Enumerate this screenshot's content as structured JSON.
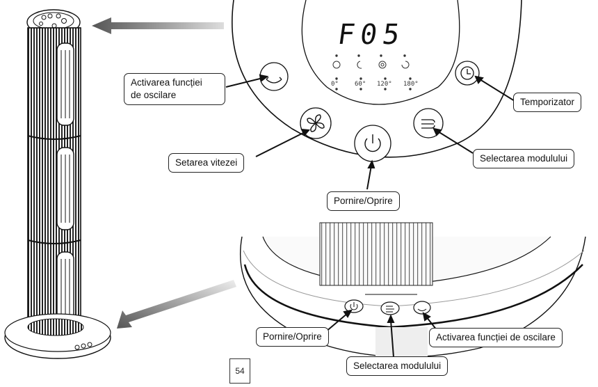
{
  "display": {
    "code": "F05"
  },
  "angles": [
    "0°",
    "60°",
    "120°",
    "180°"
  ],
  "labels": {
    "oscillation": "Activarea funcției de oscilare",
    "oscillation_line1": "Activarea funcției",
    "oscillation_line2": "de oscilare",
    "timer": "Temporizator",
    "speed": "Setarea vitezei",
    "mode": "Selectarea modulului",
    "power": "Pornire/Oprire",
    "base_power": "Pornire/Oprire",
    "base_oscillation": "Activarea funcției de oscilare",
    "base_mode": "Selectarea modulului"
  },
  "page_number": "54"
}
